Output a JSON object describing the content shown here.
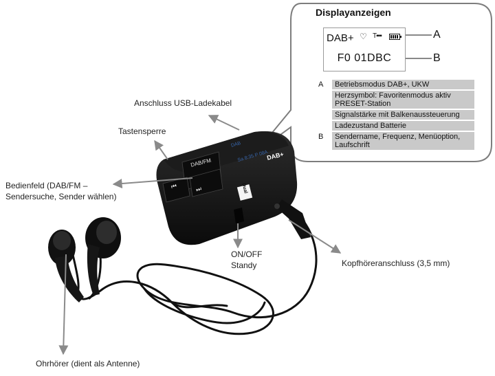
{
  "callout": {
    "title": "Displayanzeigen",
    "display": {
      "line_top": "DAB+",
      "icons": [
        "heart-icon",
        "signal-icon",
        "battery-icon"
      ],
      "line_bottom": "F0 01DBC",
      "marker_a": "A",
      "marker_b": "B"
    },
    "legend": [
      {
        "key": "A",
        "desc": "Betriebsmodus DAB+, UKW"
      },
      {
        "key": "",
        "desc": "Herzsymbol: Favoritenmodus aktiv PRESET-Station"
      },
      {
        "key": "",
        "desc": "Signalstärke mit Balkenaussteuerung"
      },
      {
        "key": "",
        "desc": "Ladezustand Batterie"
      },
      {
        "key": "B",
        "desc": "Sendername, Frequenz, Menüoption, Laufschrift"
      }
    ]
  },
  "labels": {
    "usb": "Anschluss USB-Ladekabel",
    "lock": "Tastensperre",
    "panel": "Bedienfeld (DAB/FM –\nSendersuche, Sender wählen)",
    "onoff": "ON/OFF\nStandy",
    "jack": "Kopfhöreranschluss (3,5 mm)",
    "earphones": "Ohrhörer (dient als Antenne)"
  },
  "device": {
    "button_dabfm": "DAB/FM",
    "button_prev": "⏮",
    "button_next": "⏭",
    "brand": "Dual",
    "logo": "DAB+",
    "screen_line1": "DAB",
    "screen_line2": "Sa 8:35 P 08A"
  }
}
